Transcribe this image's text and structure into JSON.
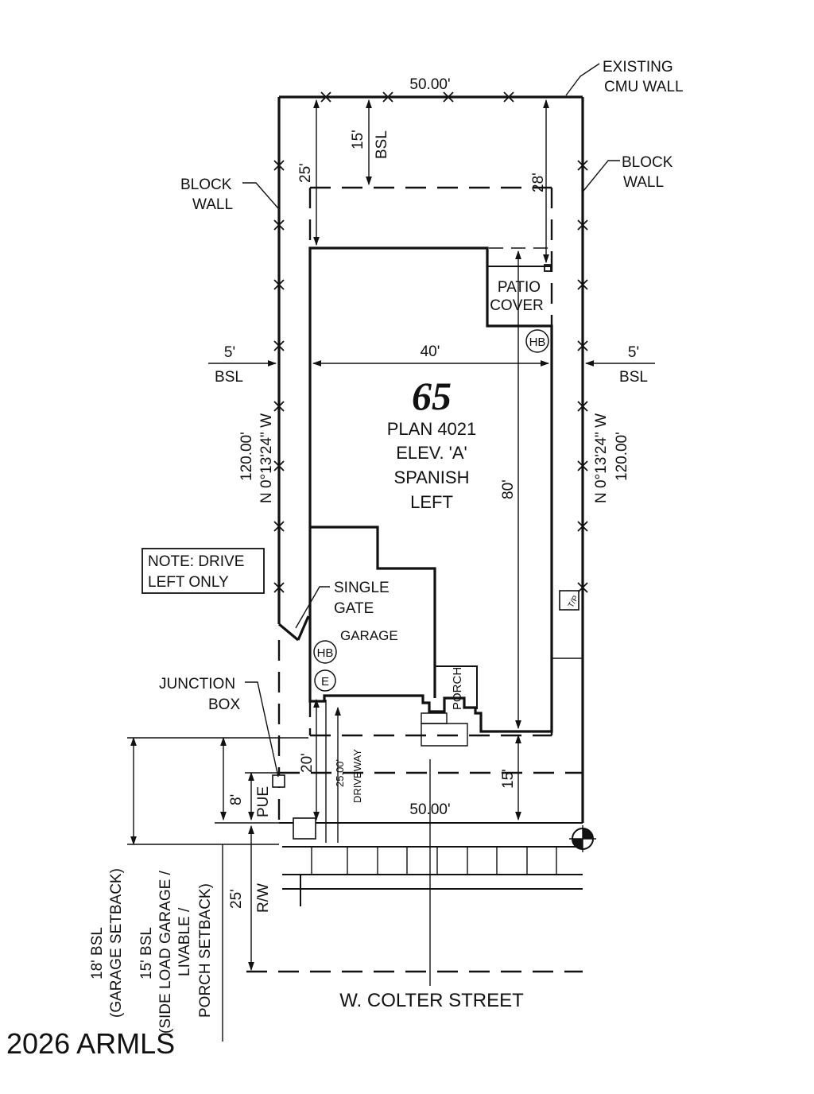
{
  "lot": {
    "number": "65",
    "plan": "PLAN 4021",
    "elevation": "ELEV. 'A'",
    "style": "SPANISH",
    "orientation": "LEFT"
  },
  "labels": {
    "existing_wall_1": "EXISTING",
    "existing_wall_2": "CMU WALL",
    "block_wall_left_1": "BLOCK",
    "block_wall_left_2": "WALL",
    "block_wall_right_1": "BLOCK",
    "block_wall_right_2": "WALL",
    "patio_1": "PATIO",
    "patio_2": "COVER",
    "hb_rear": "HB",
    "hb_garage": "HB",
    "electric": "E",
    "note_1": "NOTE: DRIVE",
    "note_2": "LEFT ONLY",
    "single_gate_1": "SINGLE",
    "single_gate_2": "GATE",
    "garage": "GARAGE",
    "porch": "PORCH",
    "junction_1": "JUNCTION",
    "junction_2": "BOX",
    "driveway": "DRIVEWAY",
    "pue": "PUE",
    "rw": "R/W",
    "street": "W. COLTER STREET",
    "meter_symbol": "T/P",
    "watermark": "2026 ARMLS"
  },
  "dimensions": {
    "top_width": "50.00'",
    "bottom_width": "50.00'",
    "rear_setback": "25'",
    "rear_bsl_value": "15'",
    "rear_bsl_label": "BSL",
    "rear_house_setback": "28'",
    "side_left_value": "5'",
    "side_left_label": "BSL",
    "side_right_value": "5'",
    "side_right_label": "BSL",
    "house_width": "40'",
    "house_depth": "80'",
    "left_length": "120.00'",
    "left_bearing": "N 0°13'24\" W",
    "right_length": "120.00'",
    "right_bearing": "N 0°13'24\" W",
    "garage_setback": "20'",
    "driveway_length": "25.00'",
    "front_setback": "15'",
    "pue_width": "8'",
    "row_width": "25'",
    "garage_bsl_1": "18' BSL",
    "garage_bsl_2": "(GARAGE SETBACK)",
    "side_load_1": "15' BSL",
    "side_load_2": "(SIDE LOAD GARAGE /",
    "side_load_3": "LIVABLE /",
    "side_load_4": "PORCH SETBACK)"
  },
  "colors": {
    "ink": "#111111",
    "paper": "#ffffff"
  }
}
